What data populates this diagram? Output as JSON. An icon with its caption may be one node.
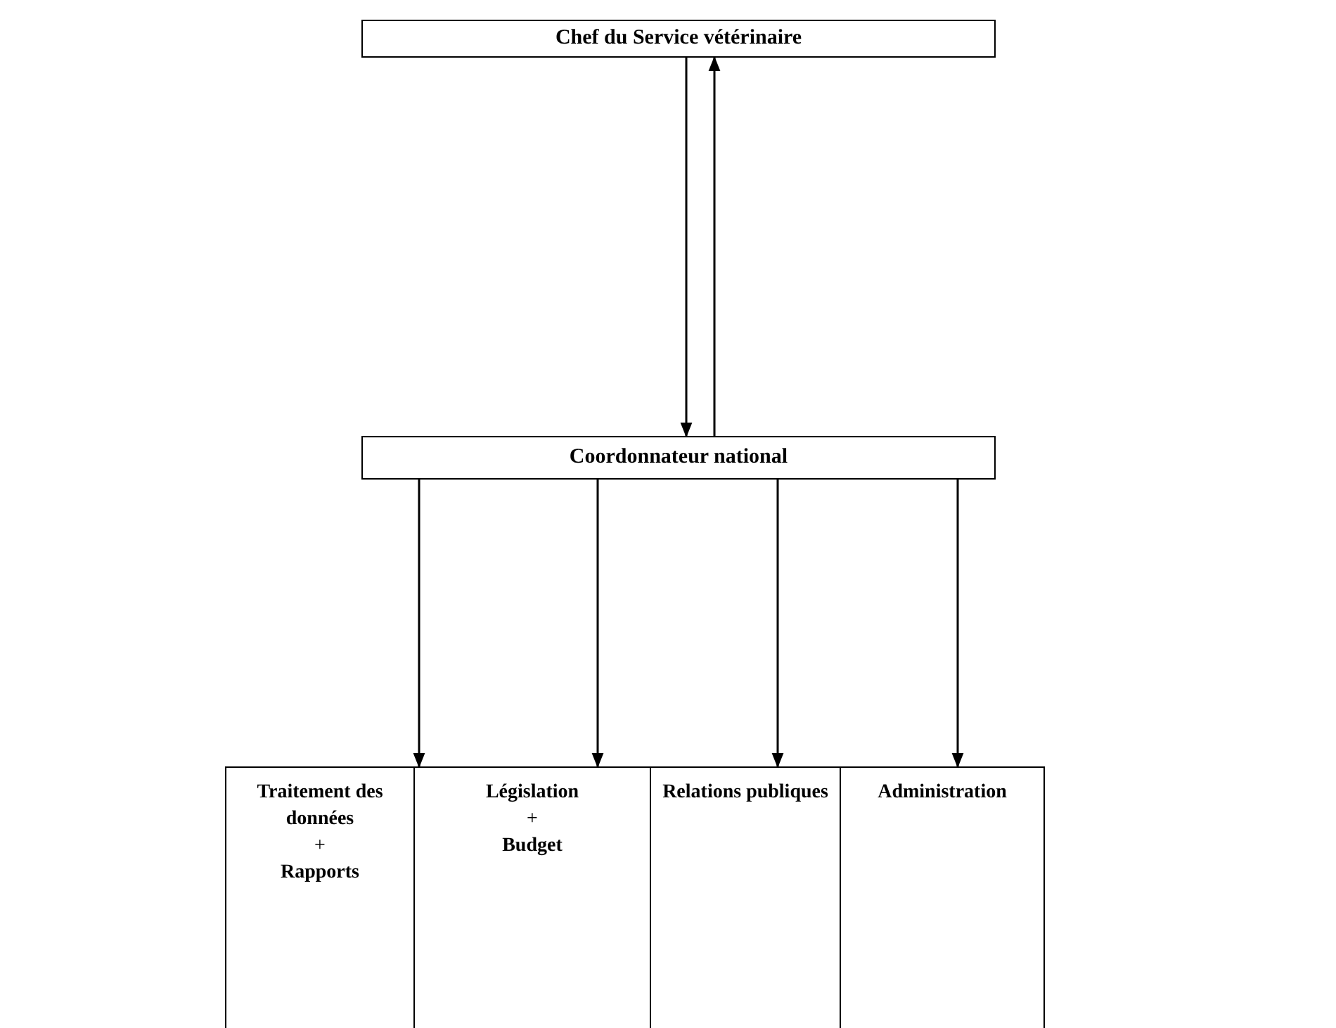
{
  "diagram": {
    "nodes": [
      {
        "text": [
          "Chef du Service vétérinaire"
        ]
      },
      {
        "text": [
          "Coordonnateur national"
        ]
      },
      {
        "text": [
          "Traitement des données",
          "+",
          "Rapports"
        ]
      },
      {
        "text": [
          "Législation",
          "+",
          "Budget"
        ]
      },
      {
        "text": [
          "Relations publiques"
        ]
      },
      {
        "text": [
          "Administration"
        ]
      }
    ],
    "edges": [
      {
        "from": 0,
        "to": 1,
        "arrow": "to"
      },
      {
        "from": 1,
        "to": 0,
        "arrow": "to"
      },
      {
        "from": 1,
        "to": 2,
        "arrow": "to"
      },
      {
        "from": 1,
        "to": 3,
        "arrow": "to"
      },
      {
        "from": 1,
        "to": 4,
        "arrow": "to"
      },
      {
        "from": 1,
        "to": 5,
        "arrow": "to"
      }
    ]
  }
}
